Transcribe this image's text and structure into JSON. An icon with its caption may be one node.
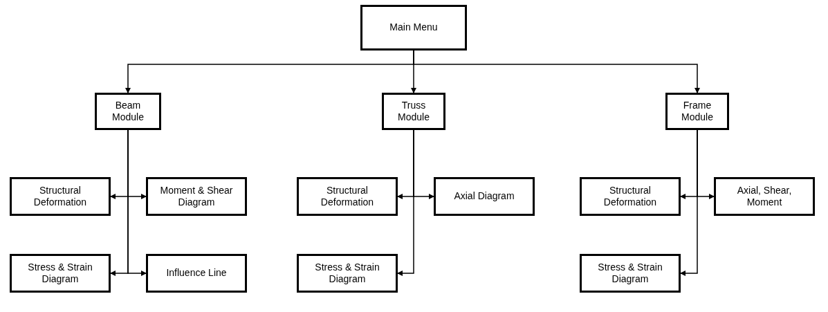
{
  "diagram": {
    "nodes": [
      {
        "text": [
          "Main Menu"
        ]
      },
      {
        "text": [
          "Beam Module"
        ]
      },
      {
        "text": [
          "Truss Module"
        ]
      },
      {
        "text": [
          "Frame Module"
        ]
      },
      {
        "text": [
          "Structural Deformation"
        ]
      },
      {
        "text": [
          "Moment & Shear Diagram"
        ]
      },
      {
        "text": [
          "Stress & Strain Diagram"
        ]
      },
      {
        "text": [
          "Influence Line"
        ]
      },
      {
        "text": [
          "Structural Deformation"
        ]
      },
      {
        "text": [
          "Axial Diagram"
        ]
      },
      {
        "text": [
          "Stress & Strain Diagram"
        ]
      },
      {
        "text": [
          "Structural Deformation"
        ]
      },
      {
        "text": [
          "Axial, Shear, Moment"
        ]
      },
      {
        "text": [
          "Stress & Strain Diagram"
        ]
      }
    ],
    "edges": [
      {
        "from": 0,
        "to": 1,
        "arrow": "to"
      },
      {
        "from": 0,
        "to": 2,
        "arrow": "to"
      },
      {
        "from": 0,
        "to": 3,
        "arrow": "to"
      },
      {
        "from": 1,
        "to": 4,
        "arrow": "to"
      },
      {
        "from": 1,
        "to": 5,
        "arrow": "to"
      },
      {
        "from": 1,
        "to": 6,
        "arrow": "to"
      },
      {
        "from": 1,
        "to": 7,
        "arrow": "to"
      },
      {
        "from": 2,
        "to": 8,
        "arrow": "to"
      },
      {
        "from": 2,
        "to": 9,
        "arrow": "to"
      },
      {
        "from": 2,
        "to": 10,
        "arrow": "to"
      },
      {
        "from": 3,
        "to": 11,
        "arrow": "to"
      },
      {
        "from": 3,
        "to": 12,
        "arrow": "to"
      },
      {
        "from": 3,
        "to": 13,
        "arrow": "to"
      }
    ]
  }
}
